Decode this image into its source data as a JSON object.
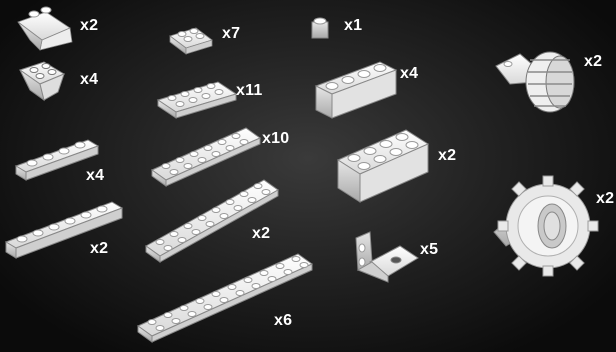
{
  "parts": [
    {
      "name": "slope-brick-2x2",
      "qty": "x2"
    },
    {
      "name": "plate-2x2",
      "qty": "x7"
    },
    {
      "name": "brick-1x1",
      "qty": "x1"
    },
    {
      "name": "wheel-with-tire",
      "qty": "x2"
    },
    {
      "name": "inverted-slope-2x2",
      "qty": "x4"
    },
    {
      "name": "plate-2x4",
      "qty": "x11"
    },
    {
      "name": "brick-1x4",
      "qty": "x4"
    },
    {
      "name": "plate-1x4",
      "qty": "x4"
    },
    {
      "name": "plate-2x6",
      "qty": "x10"
    },
    {
      "name": "brick-2x4",
      "qty": "x2"
    },
    {
      "name": "gear-wheel",
      "qty": "x2"
    },
    {
      "name": "plate-1x6",
      "qty": "x2"
    },
    {
      "name": "plate-2x8",
      "qty": "x2"
    },
    {
      "name": "angle-bracket-1x2",
      "qty": "x5"
    },
    {
      "name": "plate-2x10",
      "qty": "x6"
    }
  ]
}
